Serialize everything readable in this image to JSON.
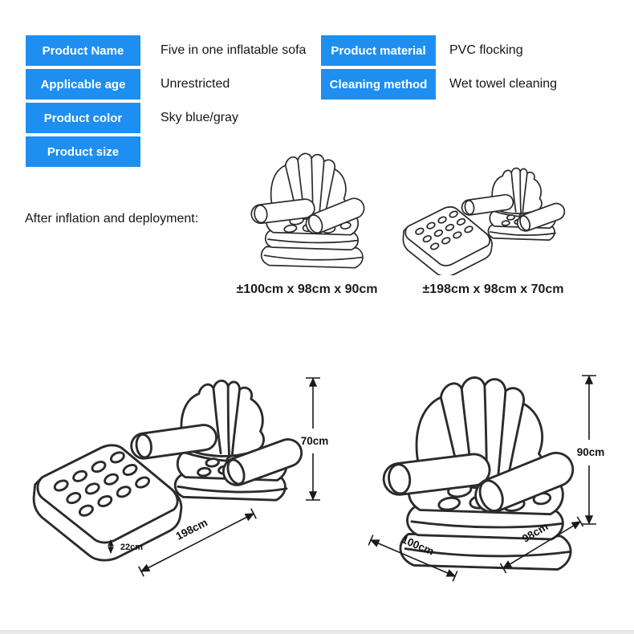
{
  "page": {
    "background": "#ffffff",
    "accent_blue": "#1E8FF0",
    "line_color": "#2b2b2b",
    "dimension_color": "#1a1a1a",
    "bottom_divider_color": "#e9e9e9"
  },
  "spec_table": {
    "left_rows": [
      {
        "label": "Product Name",
        "value": "Five in one inflatable sofa"
      },
      {
        "label": "Applicable age",
        "value": "Unrestricted"
      },
      {
        "label": "Product color",
        "value": "Sky blue/gray"
      },
      {
        "label": "Product size",
        "value": ""
      }
    ],
    "right_rows": [
      {
        "label": "Product material",
        "value": "PVC flocking"
      },
      {
        "label": "Cleaning method",
        "value": "Wet towel cleaning"
      }
    ]
  },
  "section": {
    "after_inflation_label": "After inflation and deployment:"
  },
  "figures": {
    "chair_small": {
      "caption": "±100cm x 98cm x 90cm"
    },
    "lounger_small": {
      "caption": "±198cm x 98cm x 70cm"
    },
    "lounger_large": {
      "height_label": "70cm",
      "length_label": "198cm",
      "thickness_label": "22cm"
    },
    "chair_large": {
      "height_label": "90cm",
      "width_label": "100cm",
      "depth_label": "98cm"
    }
  }
}
